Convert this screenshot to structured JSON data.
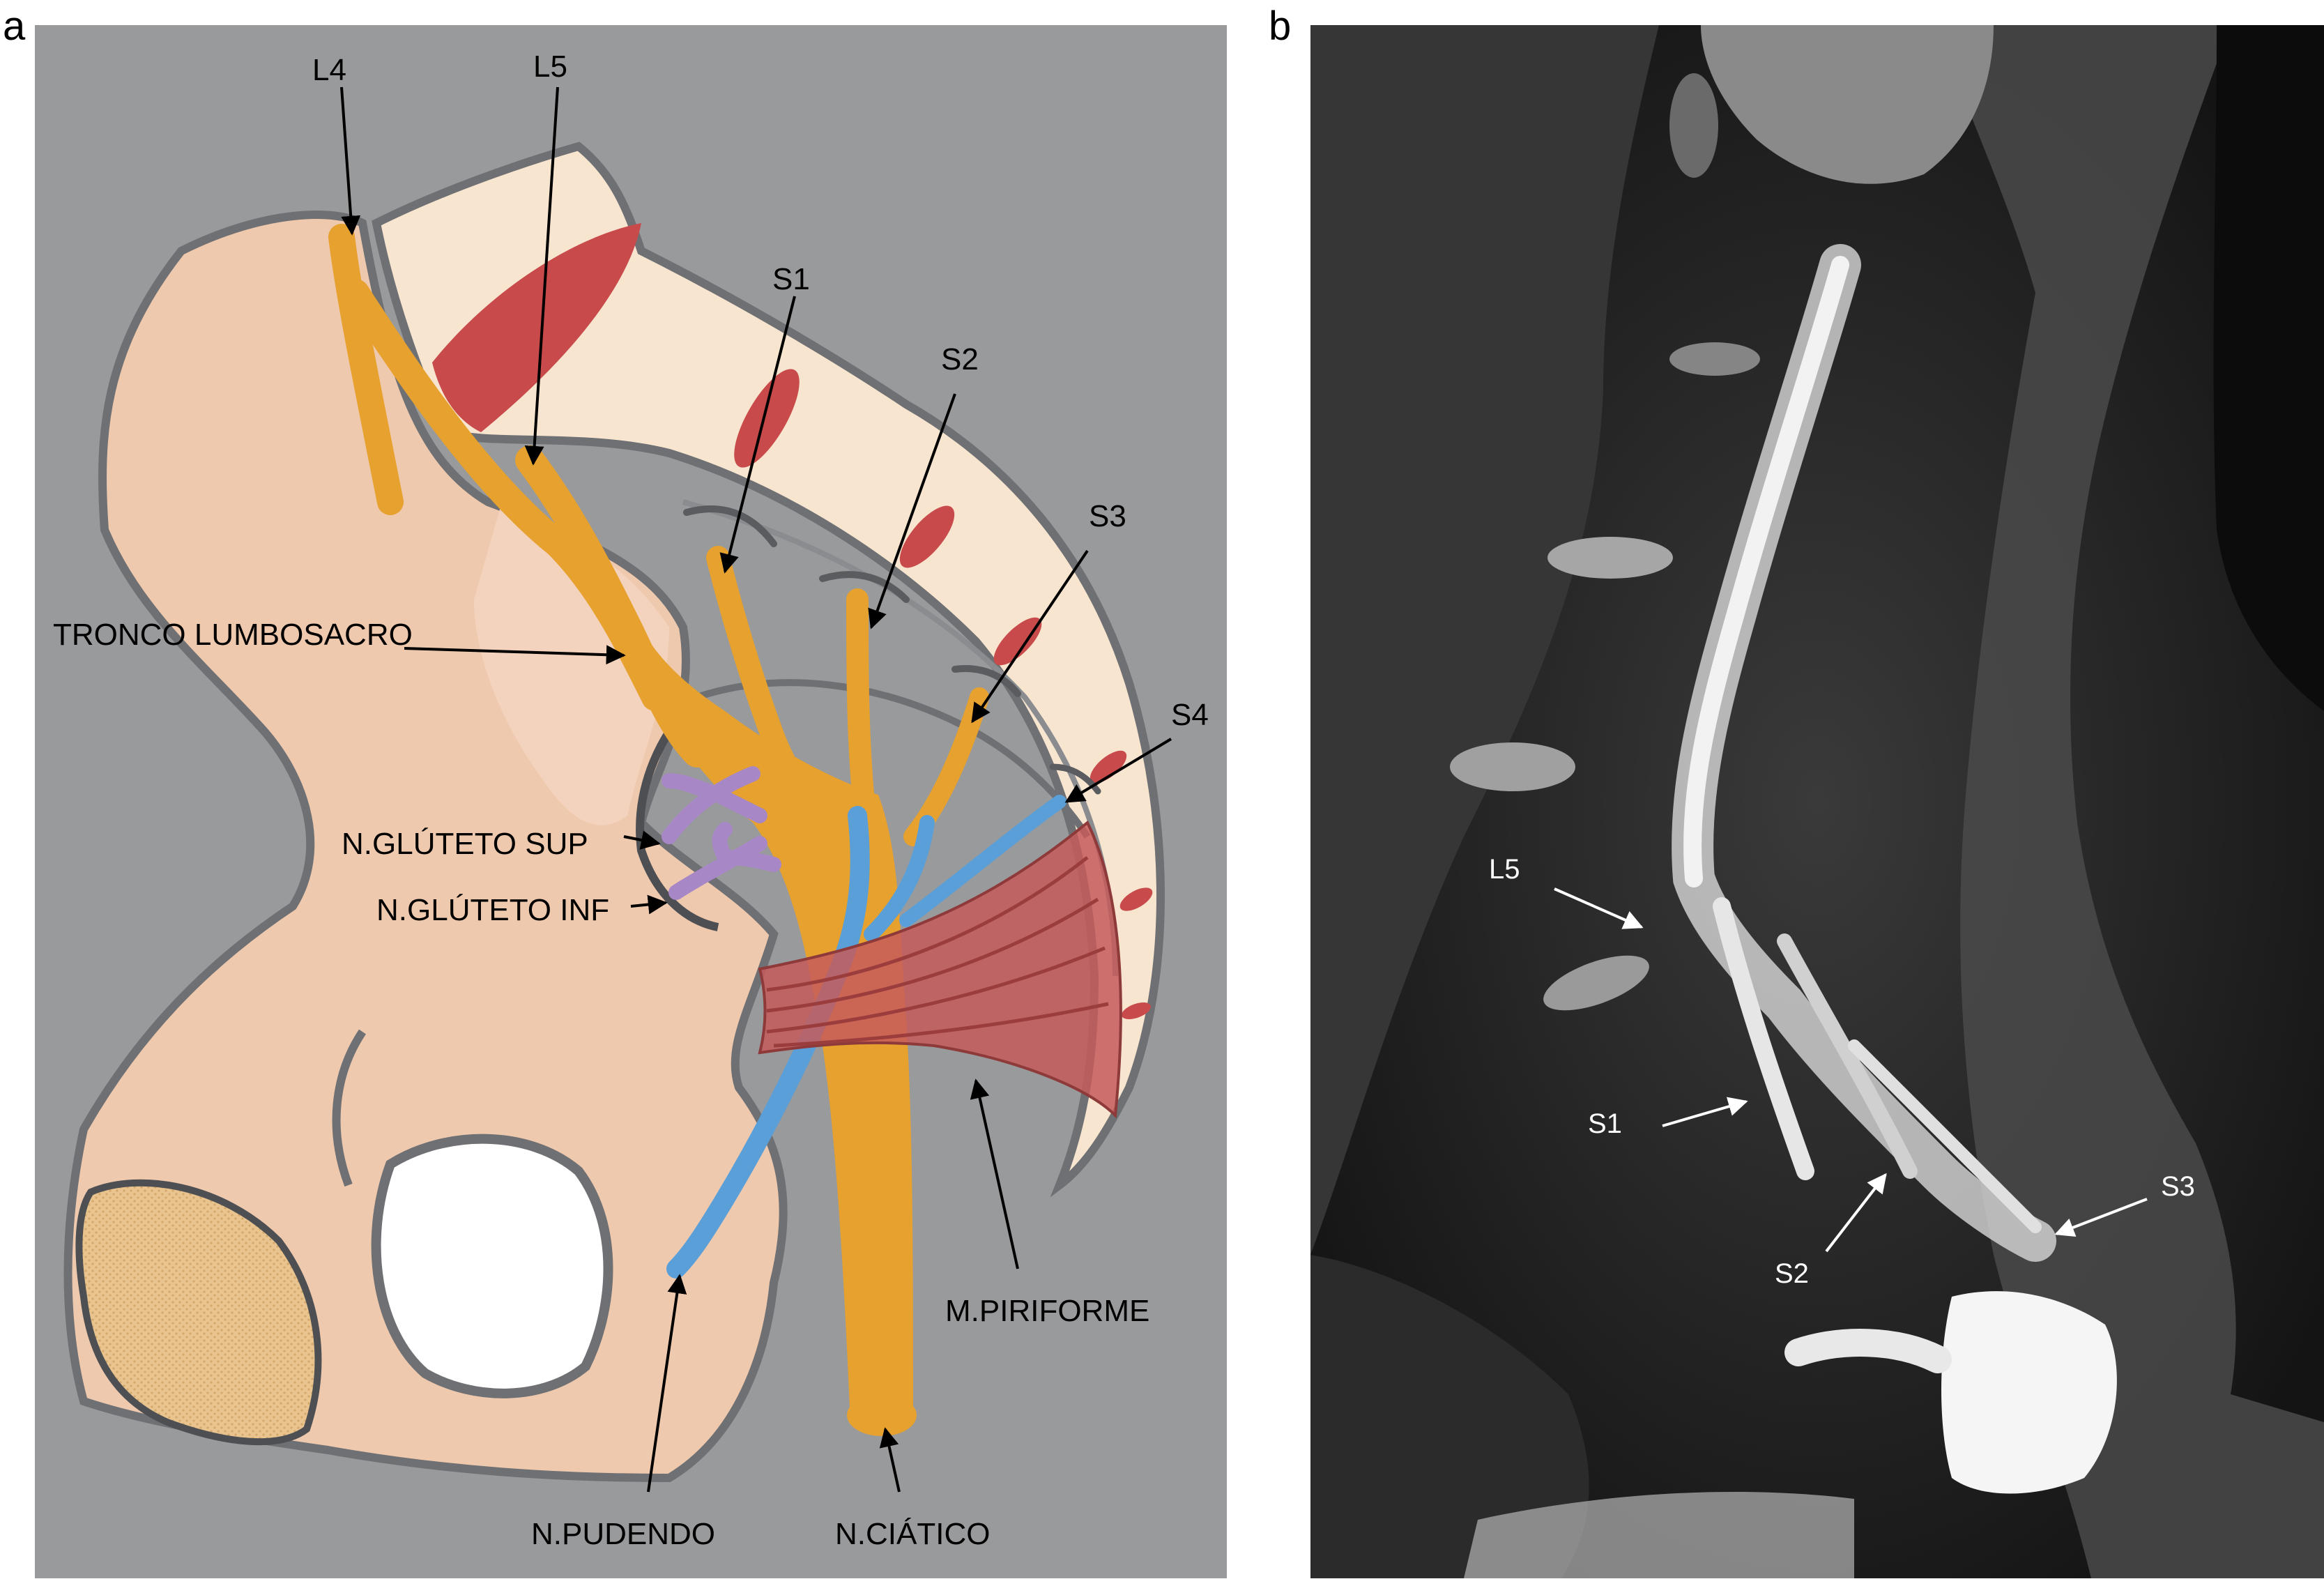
{
  "panel_a": {
    "letter": "a",
    "labels": {
      "l4": "L4",
      "l5": "L5",
      "s1": "S1",
      "s2": "S2",
      "s3": "S3",
      "s4": "S4",
      "tronco": "TRONCO LUMBOSACRO",
      "gluteo_sup": "N.GLÚTETO SUP",
      "gluteo_inf": "N.GLÚTETO INF",
      "piriforme": "M.PIRIFORME",
      "pudendo": "N.PUDENDO",
      "ciatico": "N.CIÁTICO"
    },
    "colors": {
      "background": "#999a9c",
      "bone": "#efc9ae",
      "sacrum": "#f7e5d0",
      "nerve": "#e6a12f",
      "pudendal": "#5a9fd8",
      "gluteal": "#a887c6",
      "muscle": "#c55a5a"
    }
  },
  "panel_b": {
    "letter": "b",
    "labels": {
      "l5": "L5",
      "s1": "S1",
      "s2": "S2",
      "s3": "S3"
    },
    "colors": {
      "background": "#1e1e1e",
      "label": "#ffffff"
    }
  }
}
